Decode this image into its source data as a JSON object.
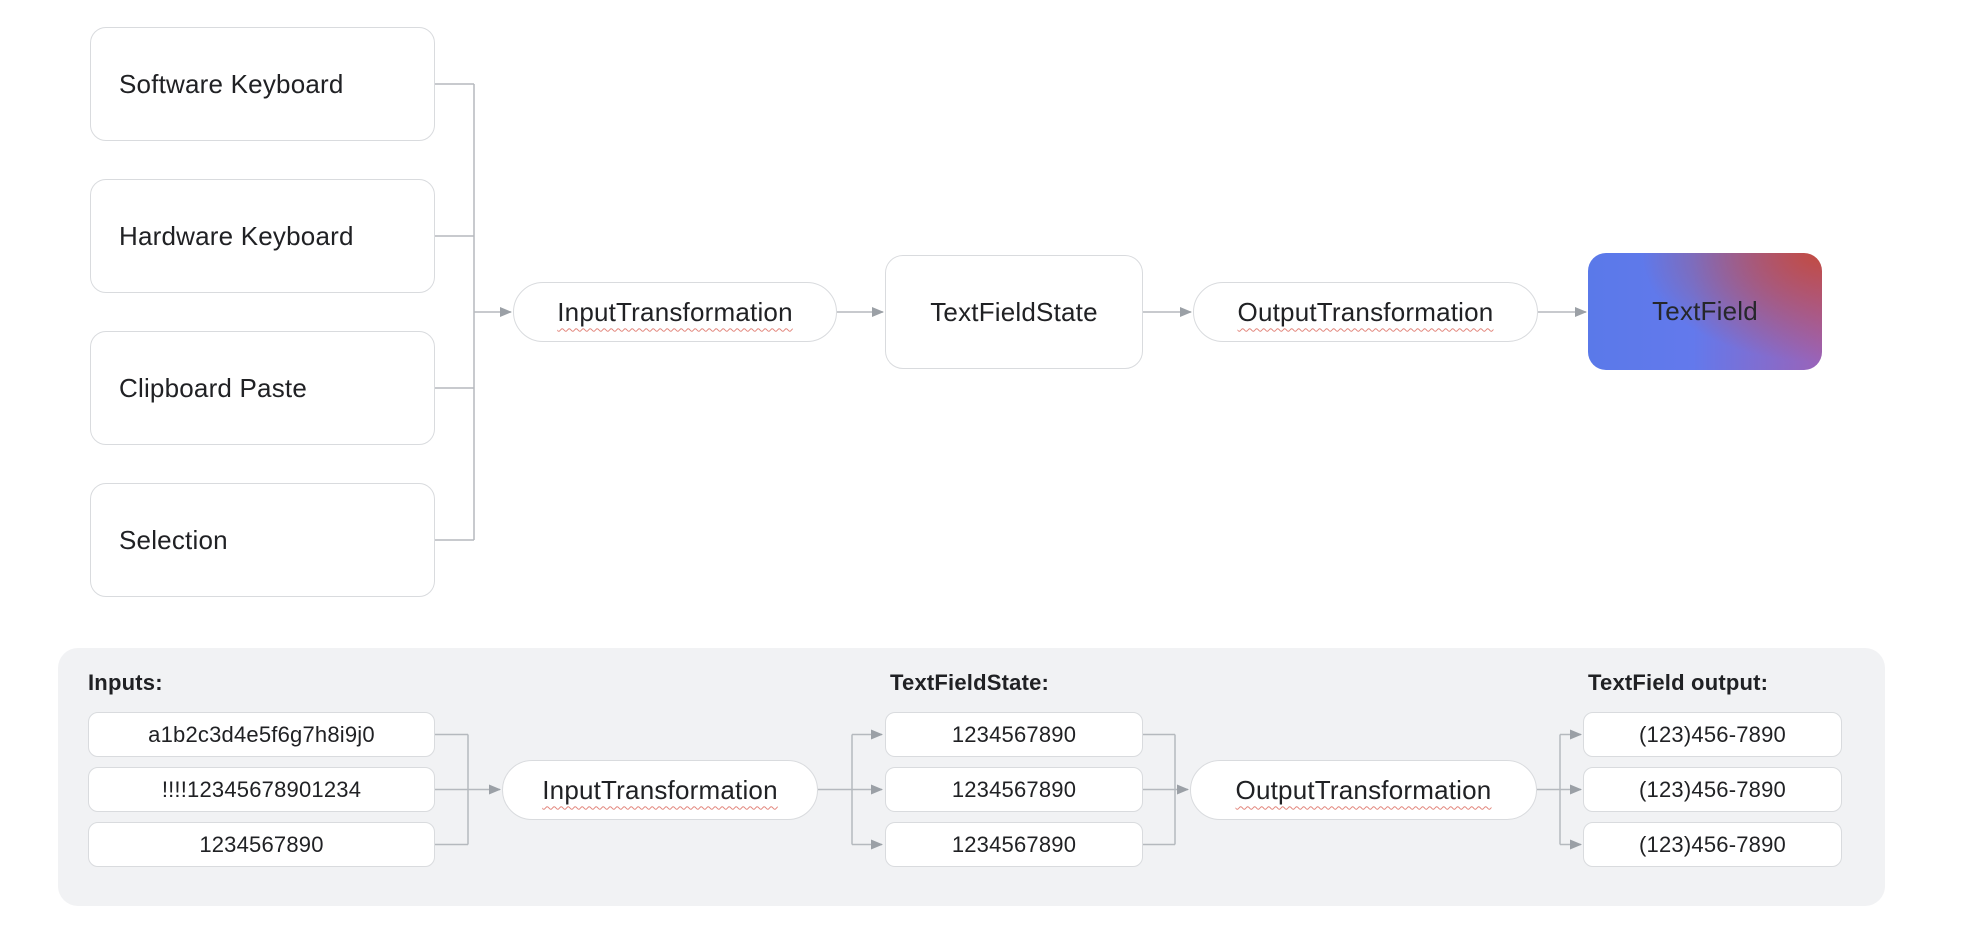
{
  "top_flow": {
    "sources": [
      "Software Keyboard",
      "Hardware Keyboard",
      "Clipboard Paste",
      "Selection"
    ],
    "input_transformation": "InputTransformation",
    "state": "TextFieldState",
    "output_transformation": "OutputTransformation",
    "textfield": "TextField"
  },
  "example_panel": {
    "inputs_label": "Inputs:",
    "inputs": [
      "a1b2c3d4e5f6g7h8i9j0",
      "!!!!12345678901234",
      "1234567890"
    ],
    "input_transformation": "InputTransformation",
    "state_label": "TextFieldState:",
    "state_values": [
      "1234567890",
      "1234567890",
      "1234567890"
    ],
    "output_transformation": "OutputTransformation",
    "output_label": "TextField output:",
    "output_values": [
      "(123)456-7890",
      "(123)456-7890",
      "(123)456-7890"
    ]
  },
  "colors": {
    "text": "#202124",
    "node_border": "#d9dbde",
    "connector": "#b5b9be",
    "arrowhead": "#9ba0a6",
    "panel_bg": "#f1f2f4",
    "squiggle": "#e2857b",
    "textfield_gradient_blue": "#5a79e9",
    "textfield_gradient_purple": "#9a63b8",
    "textfield_gradient_red": "#c24b41"
  }
}
